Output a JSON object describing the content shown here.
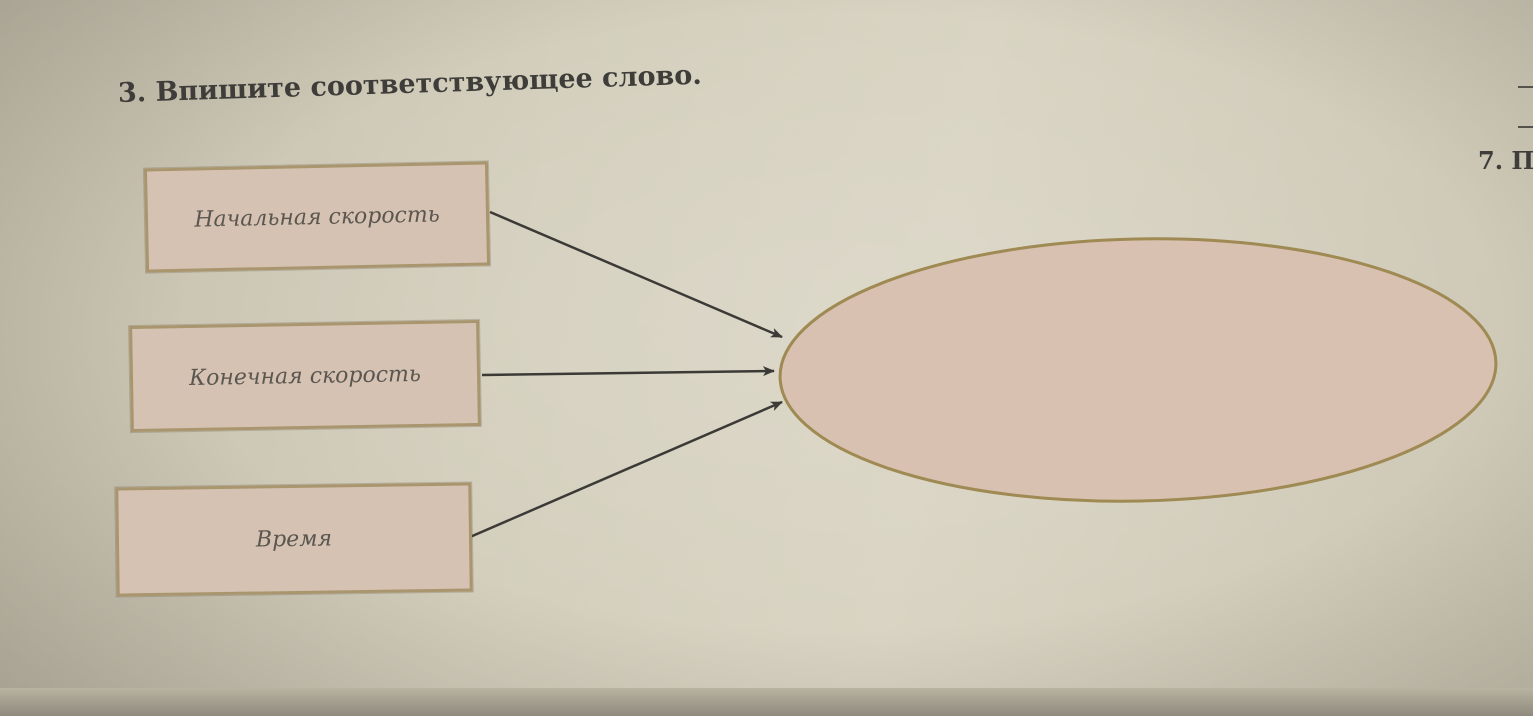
{
  "heading": "3. Впишите соответствующее слово.",
  "side_mark": "7. П",
  "boxes": [
    {
      "label": "Начальная скорость"
    },
    {
      "label": "Конечная скорость"
    },
    {
      "label": "Время"
    }
  ],
  "answer_blank": "",
  "colors": {
    "box_fill": "#d6c2b2",
    "box_border": "#a9966e",
    "ellipse_fill": "#d8c1b1",
    "ellipse_border": "#9e8a52",
    "arrow": "#3b3a37"
  }
}
